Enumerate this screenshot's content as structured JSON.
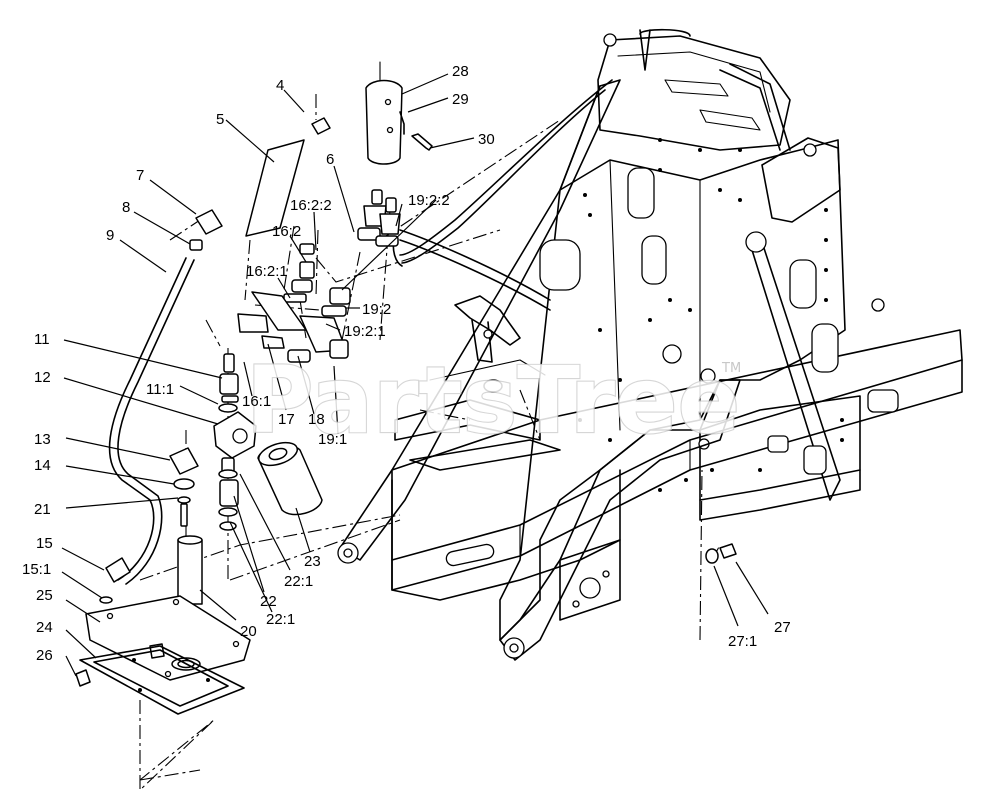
{
  "callouts": [
    {
      "id": "c28",
      "label": "28"
    },
    {
      "id": "c29",
      "label": "29"
    },
    {
      "id": "c30",
      "label": "30"
    },
    {
      "id": "c4",
      "label": "4"
    },
    {
      "id": "c5",
      "label": "5"
    },
    {
      "id": "c6",
      "label": "6"
    },
    {
      "id": "c7",
      "label": "7"
    },
    {
      "id": "c8",
      "label": "8"
    },
    {
      "id": "c9",
      "label": "9"
    },
    {
      "id": "c16-2-2",
      "label": "16:2:2"
    },
    {
      "id": "c19-2-2",
      "label": "19:2:2"
    },
    {
      "id": "c16-2",
      "label": "16:2"
    },
    {
      "id": "c16-2-1",
      "label": "16:2:1"
    },
    {
      "id": "c19-2",
      "label": "19:2"
    },
    {
      "id": "c19-2-1",
      "label": "19:2:1"
    },
    {
      "id": "c11",
      "label": "11"
    },
    {
      "id": "c12",
      "label": "12"
    },
    {
      "id": "c11-1",
      "label": "11:1"
    },
    {
      "id": "c16-1",
      "label": "16:1"
    },
    {
      "id": "c17",
      "label": "17"
    },
    {
      "id": "c18",
      "label": "18"
    },
    {
      "id": "c19-1",
      "label": "19:1"
    },
    {
      "id": "c13",
      "label": "13"
    },
    {
      "id": "c14",
      "label": "14"
    },
    {
      "id": "c21",
      "label": "21"
    },
    {
      "id": "c23",
      "label": "23"
    },
    {
      "id": "c22-1-a",
      "label": "22:1"
    },
    {
      "id": "c15",
      "label": "15"
    },
    {
      "id": "c15-1",
      "label": "15:1"
    },
    {
      "id": "c22",
      "label": "22"
    },
    {
      "id": "c25",
      "label": "25"
    },
    {
      "id": "c20",
      "label": "20"
    },
    {
      "id": "c22-1-b",
      "label": "22:1"
    },
    {
      "id": "c24",
      "label": "24"
    },
    {
      "id": "c26",
      "label": "26"
    },
    {
      "id": "c27",
      "label": "27"
    },
    {
      "id": "c27-1",
      "label": "27:1"
    }
  ],
  "watermark": {
    "text": "PartsTree",
    "trademark": "TM"
  }
}
